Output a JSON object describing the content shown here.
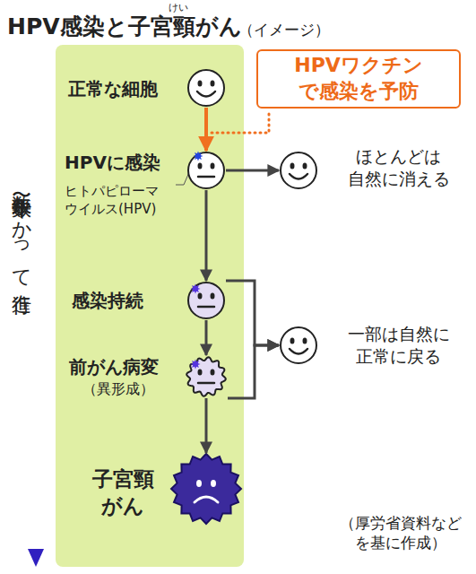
{
  "diagram": {
    "title": "HPV感染と子宮頸がん",
    "nodes": [
      {
        "text": [
          "正常な細胞"
        ]
      },
      {
        "text": [
          "HPVワクチン で感染を予防"
        ]
      },
      {
        "text": [
          "HPVに感染"
        ]
      },
      {
        "text": [
          "ほとんどは 自然に消える"
        ]
      },
      {
        "text": [
          "感染持続"
        ]
      },
      {
        "text": [
          "前がん病変",
          "（異形成）"
        ]
      },
      {
        "text": [
          "一部は自然に 正常に戻る"
        ]
      },
      {
        "text": [
          "子宮頸 がん"
        ]
      }
    ],
    "edges": [
      {
        "from": 0,
        "to": 2,
        "arrow": "to"
      },
      {
        "from": 2,
        "to": 3,
        "arrow": "to"
      },
      {
        "from": 2,
        "to": 4,
        "arrow": "to"
      },
      {
        "from": 4,
        "to": 5,
        "arrow": "to"
      },
      {
        "from": 5,
        "to": 7,
        "arrow": "to"
      },
      {
        "from": 4,
        "to": 6,
        "arrow": "to"
      },
      {
        "from": 5,
        "to": 6,
        "arrow": "to"
      }
    ],
    "labels": [
      "けい",
      "（イメージ）",
      "ヒトパピローマ ウイルス(HPV)",
      "数年〜十数年かかって進行",
      "（厚労省資料など を基に作成）"
    ]
  }
}
